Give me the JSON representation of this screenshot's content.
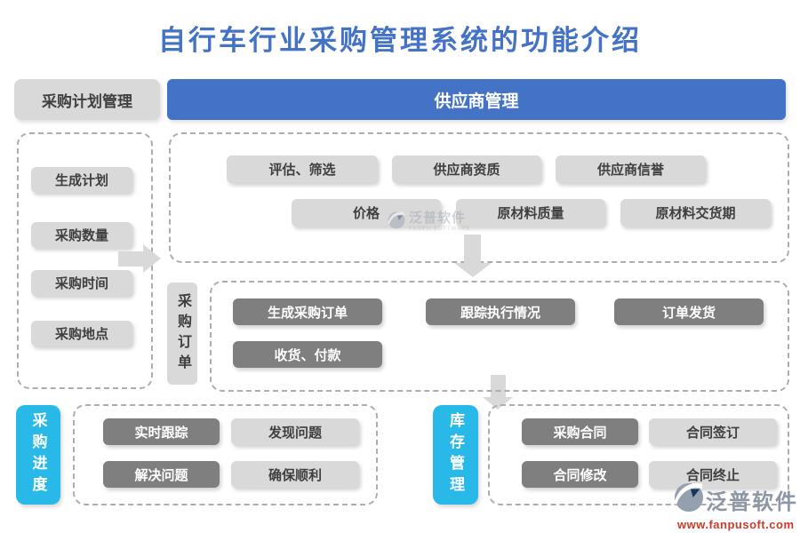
{
  "title": "自行车行业采购管理系统的功能介绍",
  "colors": {
    "accent_blue": "#4472c4",
    "cyan": "#29b9e8",
    "light_gray": "#d9d9d9",
    "dark_gray": "#7f7f7f"
  },
  "plan": {
    "header": "采购计划管理",
    "items": [
      "生成计划",
      "采购数量",
      "采购时间",
      "采购地点"
    ]
  },
  "supplier": {
    "header": "供应商管理",
    "row1": [
      "评估、筛选",
      "供应商资质",
      "供应商信誉"
    ],
    "row2": [
      "价格",
      "原材料质量",
      "原材料交货期"
    ]
  },
  "order": {
    "label": "采购订单",
    "row1": [
      "生成采购订单",
      "跟踪执行情况",
      "订单发货"
    ],
    "row2": [
      "收货、付款"
    ]
  },
  "progress": {
    "label": "采购进度",
    "items": [
      {
        "label": "实时跟踪",
        "variant": "dark"
      },
      {
        "label": "发现问题",
        "variant": "light"
      },
      {
        "label": "解决问题",
        "variant": "dark"
      },
      {
        "label": "确保顺利",
        "variant": "light"
      }
    ]
  },
  "inventory": {
    "label": "库存管理",
    "items": [
      {
        "label": "采购合同",
        "variant": "dark"
      },
      {
        "label": "合同签订",
        "variant": "light"
      },
      {
        "label": "合同修改",
        "variant": "dark"
      },
      {
        "label": "合同终止",
        "variant": "light"
      }
    ]
  },
  "watermark": {
    "brand": "泛普软件",
    "brand_sub": "FANPU SOFTWARE",
    "url": "www.fanpusoft.com"
  }
}
